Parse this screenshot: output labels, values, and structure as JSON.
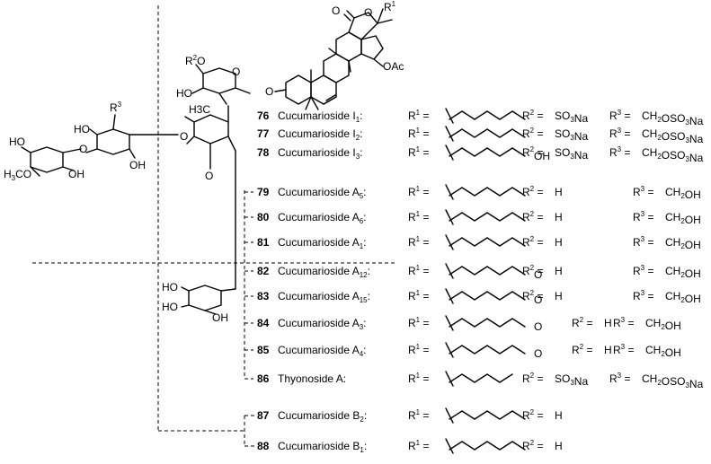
{
  "substituent_labels": {
    "r1": "R",
    "r1_sup": "1",
    "r2": "R",
    "r2_sup": "2",
    "r3": "R",
    "r3_sup": "3",
    "oac": "OAc",
    "ring_o": "O",
    "carbonyl_o": "O",
    "ho": "HO",
    "h3co": "H3CO",
    "oh": "OH",
    "h3c": "H3C",
    "r1_eq": "R1 =",
    "r2_eq": "R2 =",
    "r3_eq": "R3 ="
  },
  "compounds": [
    {
      "num": "76",
      "name": "Cucumarioside I",
      "sub": "1",
      "suffix": ":",
      "r2": "SO3Na",
      "r3": "CH2OSO3Na",
      "side_extra": ""
    },
    {
      "num": "77",
      "name": "Cucumarioside I",
      "sub": "2",
      "suffix": ":",
      "r2": "SO3Na",
      "r3": "CH2OSO3Na",
      "side_extra": ""
    },
    {
      "num": "78",
      "name": "Cucumarioside I",
      "sub": "3",
      "suffix": ":",
      "r2": "SO3Na",
      "r3": "CH2OSO3Na",
      "side_extra": "OH"
    },
    {
      "num": "79",
      "name": "Cucumarioside A",
      "sub": "5",
      "suffix": ":",
      "r2": "H",
      "r3": "CH2OH",
      "side_extra": ""
    },
    {
      "num": "80",
      "name": "Cucumarioside A",
      "sub": "6",
      "suffix": ":",
      "r2": "H",
      "r3": "CH2OH",
      "side_extra": ""
    },
    {
      "num": "81",
      "name": "Cucumarioside A",
      "sub": "1",
      "suffix": ":",
      "r2": "H",
      "r3": "CH2OH",
      "side_extra": ""
    },
    {
      "num": "82",
      "name": "Cucumarioside A",
      "sub": "12",
      "suffix": ":",
      "r2": "H",
      "r3": "CH2OH",
      "side_extra": "O"
    },
    {
      "num": "83",
      "name": "Cucumarioside A",
      "sub": "15",
      "suffix": ":",
      "r2": "H",
      "r3": "CH2OH",
      "side_extra": "O"
    },
    {
      "num": "84",
      "name": "Cucumarioside A",
      "sub": "3",
      "suffix": ":",
      "r2": "H",
      "r3": "CH2OH",
      "side_extra": "O"
    },
    {
      "num": "85",
      "name": "Cucumarioside A",
      "sub": "4",
      "suffix": ":",
      "r2": "H",
      "r3": "CH2OH",
      "side_extra": "O"
    },
    {
      "num": "86",
      "name": "Thyonoside A",
      "sub": "",
      "suffix": ":",
      "r2": "SO3Na",
      "r3": "CH2OSO3Na",
      "side_extra": ""
    },
    {
      "num": "87",
      "name": "Cucumarioside B",
      "sub": "2",
      "suffix": ":",
      "r2": "H",
      "r3": "",
      "side_extra": ""
    },
    {
      "num": "88",
      "name": "Cucumarioside B",
      "sub": "1",
      "suffix": ":",
      "r2": "H",
      "r3": "",
      "side_extra": ""
    }
  ]
}
